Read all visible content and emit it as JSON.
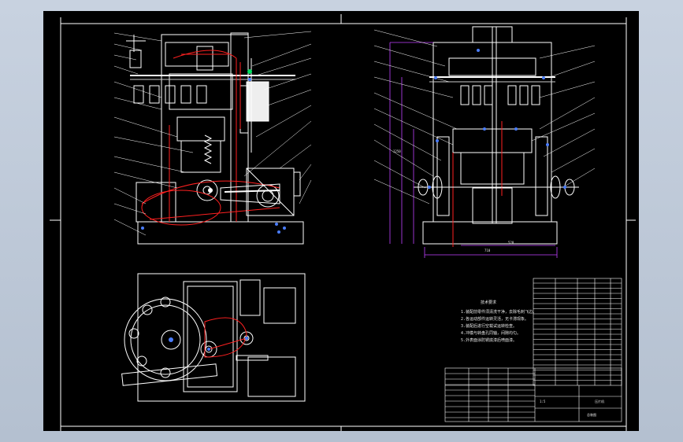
{
  "drawing": {
    "notes_title": "技术要求",
    "notes_lines": [
      "1.装配前零件须清洗干净，去除毛刺飞边。",
      "2.各运动部件运转灵活，无卡滞现象。",
      "3.装配后进行空载试运转检查。",
      "4.冲模与转盘孔同轴，间隙均匀。",
      "5.外表面涂防锈底漆后喷面漆。"
    ],
    "dims": {
      "height_label": "1250",
      "width_label": "710",
      "base_label": "520"
    },
    "title_block": {
      "name": "压片机",
      "scale": "1:5",
      "drawing_no": "总装图"
    }
  }
}
